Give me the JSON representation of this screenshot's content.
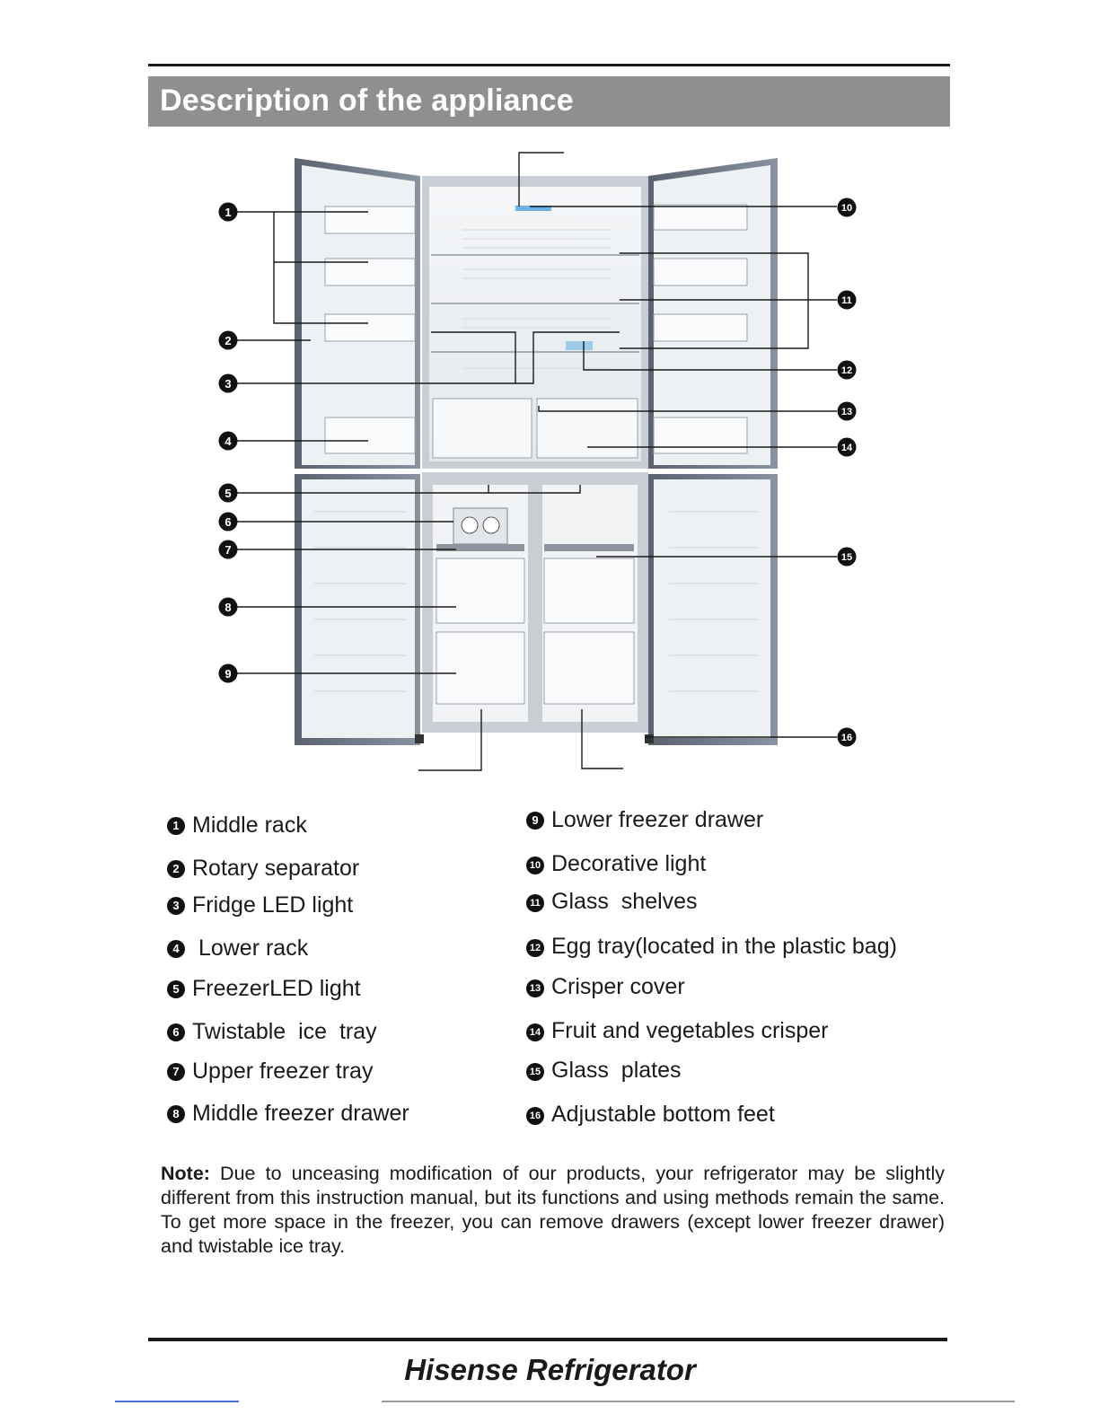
{
  "title": "Description of the appliance",
  "callouts": [
    "1",
    "2",
    "3",
    "4",
    "5",
    "6",
    "7",
    "8",
    "9",
    "10",
    "11",
    "12",
    "13",
    "14",
    "15",
    "16"
  ],
  "legend": [
    {
      "num": "1",
      "label": "Middle rack"
    },
    {
      "num": "2",
      "label": "Rotary separator"
    },
    {
      "num": "3",
      "label": "Fridge LED light"
    },
    {
      "num": "4",
      "label": " Lower rack"
    },
    {
      "num": "5",
      "label": "FreezerLED light"
    },
    {
      "num": "6",
      "label": "Twistable  ice  tray"
    },
    {
      "num": "7",
      "label": "Upper freezer tray"
    },
    {
      "num": "8",
      "label": "Middle freezer drawer"
    },
    {
      "num": "9",
      "label": "Lower freezer drawer"
    },
    {
      "num": "10",
      "label": "Decorative light"
    },
    {
      "num": "11",
      "label": "Glass  shelves"
    },
    {
      "num": "12",
      "label": "Egg tray(located in the plastic bag)"
    },
    {
      "num": "13",
      "label": "Crisper cover"
    },
    {
      "num": "14",
      "label": "Fruit and vegetables crisper"
    },
    {
      "num": "15",
      "label": "Glass  plates"
    },
    {
      "num": "16",
      "label": "Adjustable bottom feet"
    }
  ],
  "note": {
    "lead": "Note:",
    "text": " Due to unceasing modification of our products, your refrigerator may be slightly different from this instruction manual, but its functions and using methods remain the same. To get more space in the freezer, you can remove drawers (except lower freezer drawer) and twistable ice tray."
  },
  "footer": "Hisense Refrigerator"
}
